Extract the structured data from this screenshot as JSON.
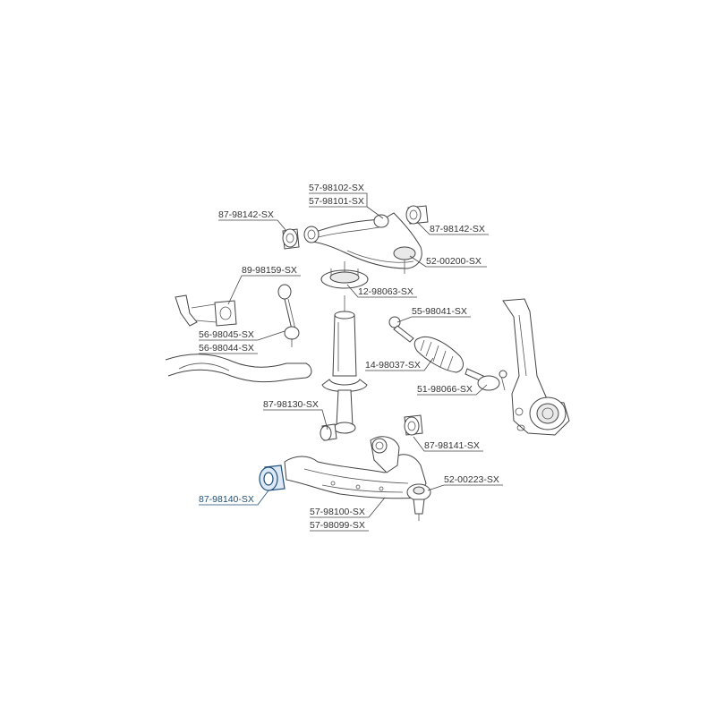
{
  "colors": {
    "line": "#444444",
    "label": "#333333",
    "highlight": "#1f4e79",
    "highlight_fill": "#dce9f5"
  },
  "parts": [
    {
      "id": "p1",
      "label": "57-98102-SX",
      "highlight": false
    },
    {
      "id": "p2",
      "label": "57-98101-SX",
      "highlight": false
    },
    {
      "id": "p3",
      "label": "87-98142-SX",
      "highlight": false
    },
    {
      "id": "p4",
      "label": "87-98142-SX",
      "highlight": false
    },
    {
      "id": "p5",
      "label": "52-00200-SX",
      "highlight": false
    },
    {
      "id": "p6",
      "label": "89-98159-SX",
      "highlight": false
    },
    {
      "id": "p7",
      "label": "12-98063-SX",
      "highlight": false
    },
    {
      "id": "p8",
      "label": "56-98045-SX",
      "highlight": false
    },
    {
      "id": "p9",
      "label": "56-98044-SX",
      "highlight": false
    },
    {
      "id": "p10",
      "label": "55-98041-SX",
      "highlight": false
    },
    {
      "id": "p11",
      "label": "14-98037-SX",
      "highlight": false
    },
    {
      "id": "p12",
      "label": "51-98066-SX",
      "highlight": false
    },
    {
      "id": "p13",
      "label": "87-98130-SX",
      "highlight": false
    },
    {
      "id": "p14",
      "label": "87-98141-SX",
      "highlight": false
    },
    {
      "id": "p15",
      "label": "52-00223-SX",
      "highlight": false
    },
    {
      "id": "p16",
      "label": "87-98140-SX",
      "highlight": true
    },
    {
      "id": "p17",
      "label": "57-98100-SX",
      "highlight": false
    },
    {
      "id": "p18",
      "label": "57-98099-SX",
      "highlight": false
    }
  ]
}
